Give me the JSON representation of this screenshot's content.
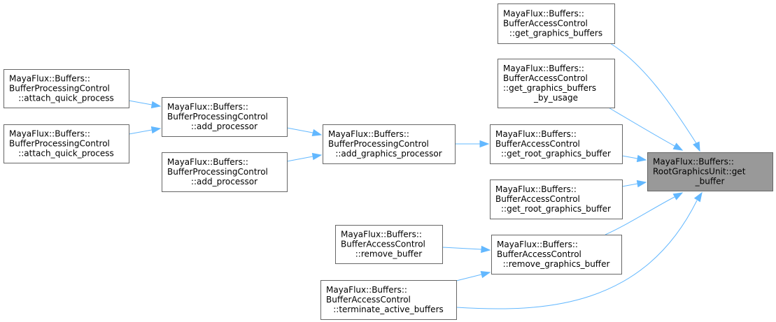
{
  "colors": {
    "edge": "#63b8ff",
    "target_fill": "#999999",
    "node_border": "#666666"
  },
  "nodes": [
    {
      "id": "target",
      "lines": [
        "MayaFlux::Buffers::",
        "RootGraphicsUnit::get",
        "_buffer"
      ],
      "highlighted": true
    },
    {
      "id": "get_graphics_buffers",
      "lines": [
        "MayaFlux::Buffers::",
        "BufferAccessControl",
        "::get_graphics_buffers"
      ]
    },
    {
      "id": "get_graphics_buffers_by_usage",
      "lines": [
        "MayaFlux::Buffers::",
        "BufferAccessControl",
        "::get_graphics_buffers",
        "_by_usage"
      ]
    },
    {
      "id": "get_root_graphics_buffer_1",
      "lines": [
        "MayaFlux::Buffers::",
        "BufferAccessControl",
        "::get_root_graphics_buffer"
      ]
    },
    {
      "id": "get_root_graphics_buffer_2",
      "lines": [
        "MayaFlux::Buffers::",
        "BufferAccessControl",
        "::get_root_graphics_buffer"
      ]
    },
    {
      "id": "remove_graphics_buffer",
      "lines": [
        "MayaFlux::Buffers::",
        "BufferAccessControl",
        "::remove_graphics_buffer"
      ]
    },
    {
      "id": "add_graphics_processor",
      "lines": [
        "MayaFlux::Buffers::",
        "BufferProcessingControl",
        "::add_graphics_processor"
      ]
    },
    {
      "id": "add_processor_1",
      "lines": [
        "MayaFlux::Buffers::",
        "BufferProcessingControl",
        "::add_processor"
      ]
    },
    {
      "id": "add_processor_2",
      "lines": [
        "MayaFlux::Buffers::",
        "BufferProcessingControl",
        "::add_processor"
      ]
    },
    {
      "id": "attach_quick_process_1",
      "lines": [
        "MayaFlux::Buffers::",
        "BufferProcessingControl",
        "::attach_quick_process"
      ]
    },
    {
      "id": "attach_quick_process_2",
      "lines": [
        "MayaFlux::Buffers::",
        "BufferProcessingControl",
        "::attach_quick_process"
      ]
    },
    {
      "id": "remove_buffer",
      "lines": [
        "MayaFlux::Buffers::",
        "BufferAccessControl",
        "::remove_buffer"
      ]
    },
    {
      "id": "terminate_active_buffers",
      "lines": [
        "MayaFlux::Buffers::",
        "BufferAccessControl",
        "::terminate_active_buffers"
      ]
    }
  ],
  "edges": [
    {
      "from": "get_graphics_buffers",
      "to": "target"
    },
    {
      "from": "get_graphics_buffers_by_usage",
      "to": "target"
    },
    {
      "from": "get_root_graphics_buffer_1",
      "to": "target"
    },
    {
      "from": "get_root_graphics_buffer_2",
      "to": "target"
    },
    {
      "from": "remove_graphics_buffer",
      "to": "target"
    },
    {
      "from": "terminate_active_buffers",
      "to": "target"
    },
    {
      "from": "add_graphics_processor",
      "to": "get_root_graphics_buffer_1"
    },
    {
      "from": "add_processor_1",
      "to": "add_graphics_processor"
    },
    {
      "from": "add_processor_2",
      "to": "add_graphics_processor"
    },
    {
      "from": "attach_quick_process_1",
      "to": "add_processor_1"
    },
    {
      "from": "attach_quick_process_2",
      "to": "add_processor_1"
    },
    {
      "from": "remove_buffer",
      "to": "remove_graphics_buffer"
    },
    {
      "from": "terminate_active_buffers",
      "to": "remove_graphics_buffer"
    }
  ]
}
